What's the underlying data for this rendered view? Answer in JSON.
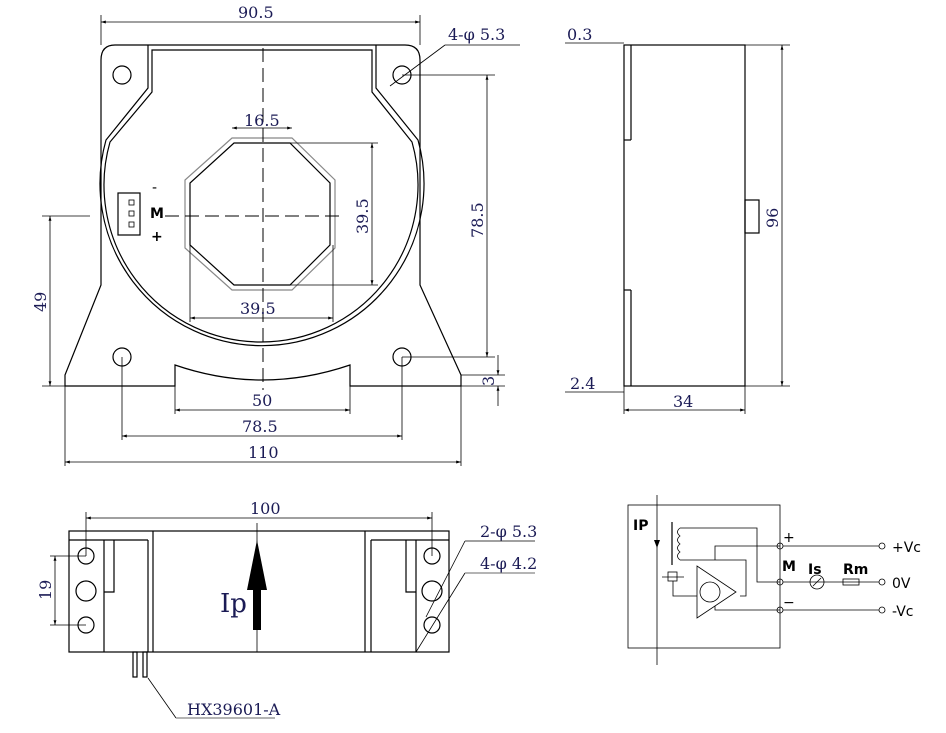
{
  "front_view": {
    "dims": {
      "width": "90.5",
      "holes": "4-φ 5.3",
      "window_top": "16.5",
      "window_height": "39.5",
      "window_width": "39.5",
      "hole_vertical": "78.5",
      "center_height": "49",
      "base_thickness": "3",
      "base_slot": "50",
      "hole_horizontal": "78.5",
      "base_width": "110"
    },
    "connector": {
      "minus": "-",
      "m": "M",
      "plus": "+"
    }
  },
  "side_view": {
    "dims": {
      "top_offset": "0.3",
      "height": "96",
      "bottom_offset": "2.4",
      "depth": "34"
    }
  },
  "bottom_view": {
    "dims": {
      "hole_span": "100",
      "pin_pitch": "19",
      "holes_a": "2-φ 5.3",
      "holes_b": "4-φ 4.2"
    },
    "current_label": "Ip",
    "connector_part": "HX39601-A"
  },
  "circuit": {
    "ip": "IP",
    "plus": "+",
    "m": "M",
    "minus": "−",
    "is": "Is",
    "rm": "Rm",
    "terminals": [
      "+Vc",
      "0V",
      "-Vc"
    ]
  }
}
